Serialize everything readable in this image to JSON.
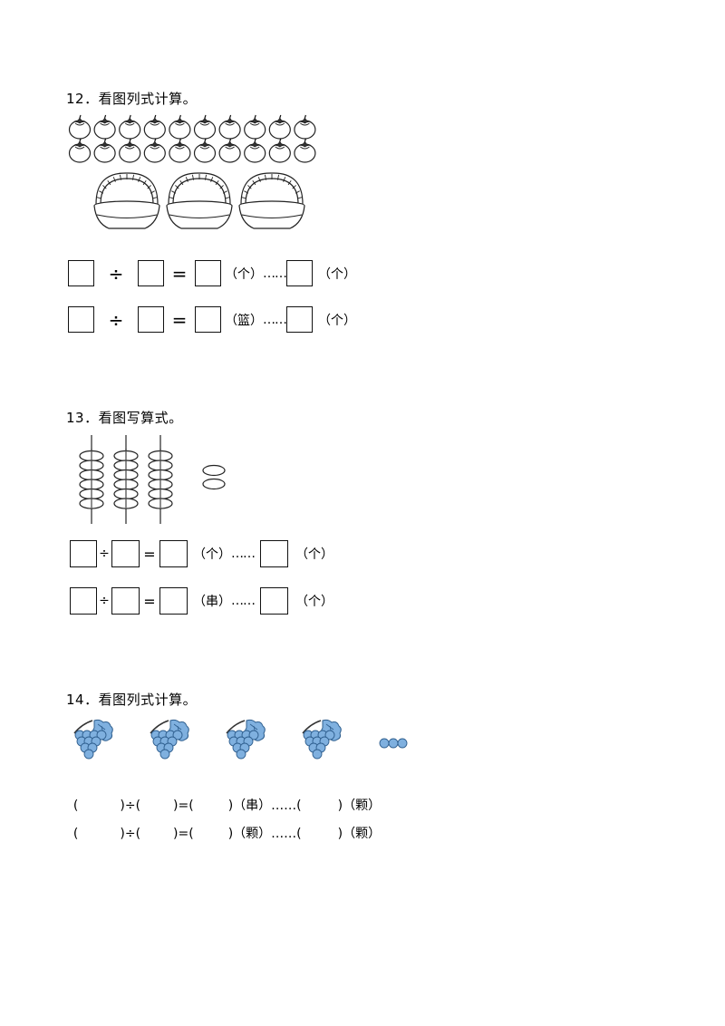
{
  "q12": {
    "title": "12．看图列式计算。",
    "tomato_rows": 2,
    "tomatoes_per_row": 10,
    "baskets": 3,
    "row1": {
      "div": "÷",
      "eq": "=",
      "unit1": "（个）",
      "dots": "……",
      "unit2": "（个）"
    },
    "row2": {
      "div": "÷",
      "eq": "=",
      "unit1": "（篮）",
      "dots": "……",
      "unit2": "（个）"
    }
  },
  "q13": {
    "title": "13．看图写算式。",
    "strings": 3,
    "rings_per_string": 6,
    "loose_rings": 2,
    "row1": {
      "div": "÷",
      "eq": "=",
      "unit1": "（个）",
      "dots": "……",
      "unit2": "（个）"
    },
    "row2": {
      "div": "÷",
      "eq": "=",
      "unit1": "（串）",
      "dots": "……",
      "unit2": "（个）"
    }
  },
  "q14": {
    "title": "14．看图列式计算。",
    "grape_bunches": 4,
    "loose_grapes": 3,
    "colors": {
      "grape": "#7fb0df",
      "grape_outline": "#2f5f8f"
    },
    "row1": {
      "open": "(",
      "close_div": ")÷(",
      "close_eq": ")=(",
      "unit1": ")（串）",
      "dots": "……",
      "open2": "(",
      "unit2": ")（颗）"
    },
    "row2": {
      "open": "(",
      "close_div": ")÷(",
      "close_eq": ")=(",
      "unit1": ")（颗）",
      "dots": "……",
      "open2": "(",
      "unit2": ")（颗）"
    }
  }
}
